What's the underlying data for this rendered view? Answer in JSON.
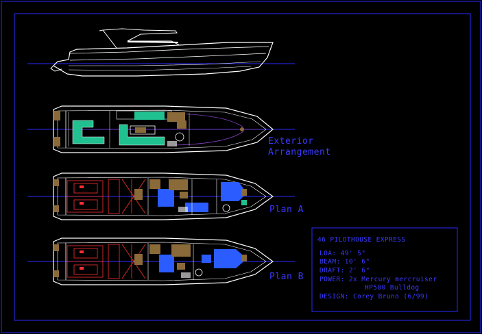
{
  "labels": {
    "exterior_line1": "Exterior",
    "exterior_line2": "Arrangement",
    "plan_a": "Plan A",
    "plan_b": "Plan B"
  },
  "title_block": {
    "title": "46 PILOTHOUSE EXPRESS",
    "loa": "LOA: 49' 5\"",
    "beam": "BEAM: 10' 6\"",
    "draft": "DRAFT: 2' 6\"",
    "power_line1": "POWER: 2x Mercury mercruiser",
    "power_line2": "HP500 Bulldog",
    "design": "DESIGN: Corey Bruno  (6/99)"
  },
  "colors": {
    "background": "#000000",
    "frame": "#2a2aff",
    "text": "#3a3aff",
    "hull_outline": "#ffffff",
    "seating": "#20c090",
    "helm": "#8b6a3a",
    "berths": "#2a5cff",
    "engine_room": "#ff3030",
    "centerline": "#8040c0"
  }
}
